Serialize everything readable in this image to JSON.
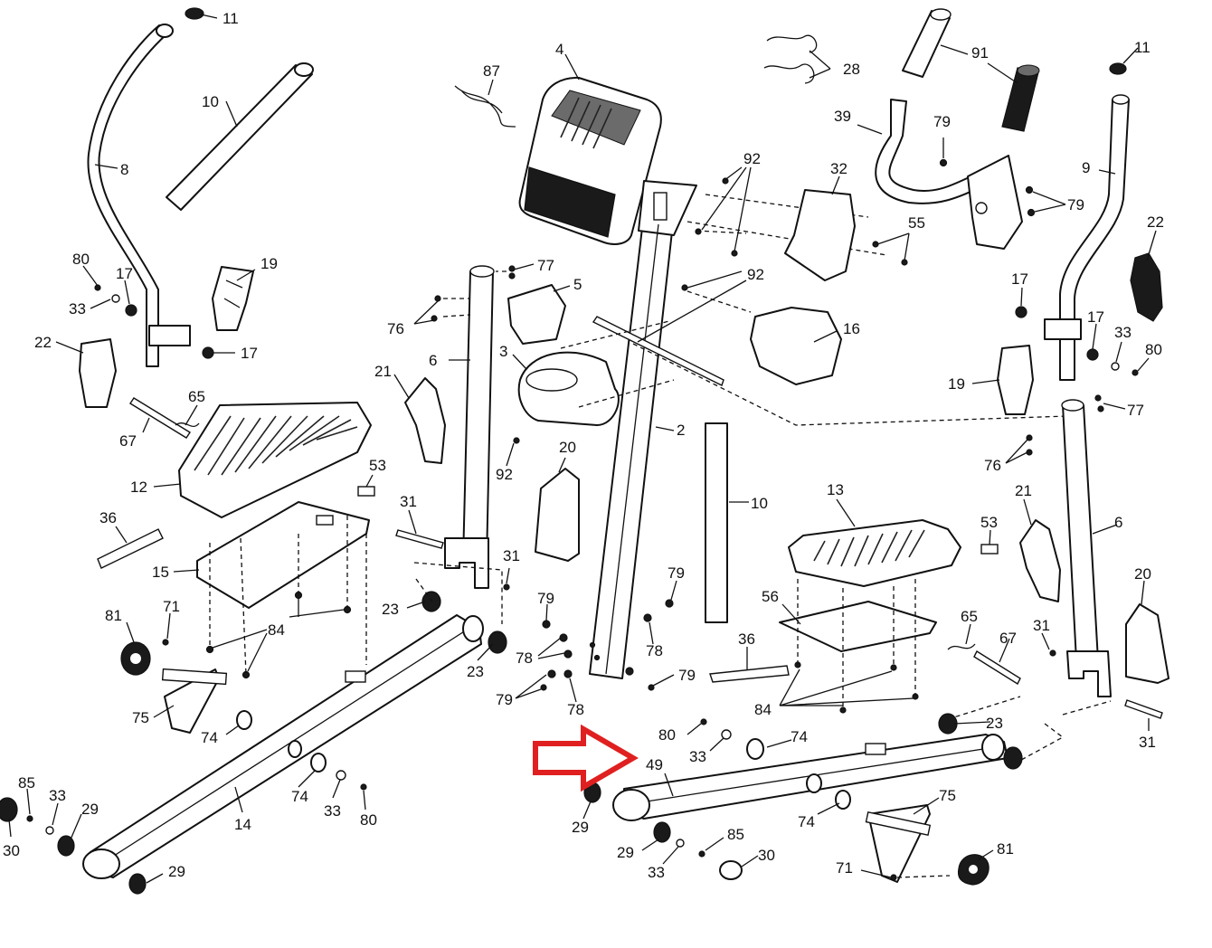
{
  "labels": {
    "p11a": "11",
    "p10a": "10",
    "p8": "8",
    "p80a": "80",
    "p17a": "17",
    "p33a": "33",
    "p19a": "19",
    "p17b": "17",
    "p22a": "22",
    "p65a": "65",
    "p67a": "67",
    "p12": "12",
    "p36a": "36",
    "p15": "15",
    "p81a": "81",
    "p71a": "71",
    "p84a": "84",
    "p75a": "75",
    "p74a": "74",
    "p85a": "85",
    "p33b": "33",
    "p29a": "29",
    "p30a": "30",
    "p74b": "74",
    "p33c": "33",
    "p80b": "80",
    "p14": "14",
    "p29b": "29",
    "p87": "87",
    "p4": "4",
    "p77a": "77",
    "p76a": "76",
    "p5": "5",
    "p6a": "6",
    "p3": "3",
    "p21a": "21",
    "p92a": "92",
    "p92b": "92",
    "p92c": "92",
    "p20a": "20",
    "p2": "2",
    "p53a": "53",
    "p31a": "31",
    "p31b": "31",
    "p23a": "23",
    "p23b": "23",
    "p79a": "79",
    "p78a": "78",
    "p79b": "79",
    "p78b": "78",
    "p79c": "79",
    "p78c": "78",
    "p79d": "79",
    "p10b": "10",
    "p16": "16",
    "p32": "32",
    "p55": "55",
    "p28": "28",
    "p91": "91",
    "p39": "39",
    "p79e": "79",
    "p79f": "79",
    "p11b": "11",
    "p9": "9",
    "p22b": "22",
    "p17c": "17",
    "p17d": "17",
    "p33d": "33",
    "p80c": "80",
    "p19b": "19",
    "p77b": "77",
    "p76b": "76",
    "p13": "13",
    "p21b": "21",
    "p53b": "53",
    "p6b": "6",
    "p20b": "20",
    "p56": "56",
    "p65b": "65",
    "p67b": "67",
    "p31c": "31",
    "p36b": "36",
    "p84b": "84",
    "p80d": "80",
    "p74c": "74",
    "p23c": "23",
    "p49": "49",
    "p31d": "31",
    "p29c": "29",
    "p75b": "75",
    "p74d": "74",
    "p29d": "29",
    "p85b": "85",
    "p30b": "30",
    "p33e": "33",
    "p33f": "33",
    "p81b": "81",
    "p71b": "71"
  },
  "highlight": {
    "color": "#e02020",
    "points_to": "49"
  }
}
